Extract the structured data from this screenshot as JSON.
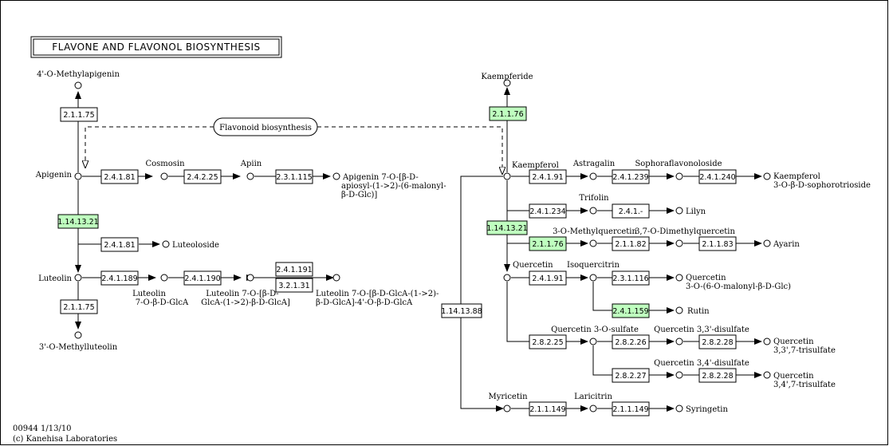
{
  "title": "FLAVONE AND FLAVONOL BIOSYNTHESIS",
  "map_link": "Flavonoid biosynthesis",
  "footer": {
    "id_date": "00944 1/13/10",
    "copyright": "(c) Kanehisa Laboratories"
  },
  "colors": {
    "highlight": "#bfffbf",
    "border": "#000000"
  },
  "compounds": {
    "methylapigenin": "4'-O-Methylapigenin",
    "apigenin": "Apigenin",
    "cosmosin": "Cosmosin",
    "apiin": "Apiin",
    "apigenin_malonyl": [
      "Apigenin 7-O-[β-D-",
      "apiosyl-(1->2)-(6-malonyl-",
      "β-D-Glc)]"
    ],
    "luteoloside": "Luteoloside",
    "luteolin": "Luteolin",
    "luteolin_glca": [
      "Luteolin",
      "7-O-β-D-GlcA"
    ],
    "luteolin_diglca": [
      "Luteolin 7-O-[β-D-",
      "GlcA-(1->2)-β-D-GlcA]"
    ],
    "luteolin_triglca": [
      "Luteolin 7-O-[β-D-GlcA-(1->2)-",
      "β-D-GlcA]-4'-O-β-D-GlcA"
    ],
    "methylluteolin": "3'-O-Methylluteolin",
    "kaempferide": "Kaempferide",
    "kaempferol": "Kaempferol",
    "astragalin": "Astragalin",
    "sophoraflavonoloside": "Sophoraflavonoloside",
    "kaempferol_soph": [
      "Kaempferol",
      "3-O-β-D-sophorotrioside"
    ],
    "trifolin": "Trifolin",
    "lilyn": "Lilyn",
    "methylquercetin": "3-O-Methylquercetin",
    "dimethylquercetin": "3,7-O-Dimethylquercetin",
    "ayarin": "Ayarin",
    "quercetin": "Quercetin",
    "isoquercitrin": "Isoquercitrin",
    "quercetin_malonyl": [
      "Quercetin",
      "3-O-(6-O-malonyl-β-D-Glc)"
    ],
    "rutin": "Rutin",
    "quercetin_sulfate": "Quercetin 3-O-sulfate",
    "quercetin_33_disulfate": "Quercetin 3,3'-disulfate",
    "quercetin_33_trisulfate": [
      "Quercetin",
      "3,3',7-trisulfate"
    ],
    "quercetin_34_disulfate": "Quercetin 3,4'-disulfate",
    "quercetin_34_trisulfate": [
      "Quercetin",
      "3,4',7-trisulfate"
    ],
    "myricetin": "Myricetin",
    "laricitrin": "Laricitrin",
    "syringetin": "Syringetin"
  },
  "enzymes": {
    "e1": "2.1.1.75",
    "e2": "2.4.1.81",
    "e3": "2.4.2.25",
    "e4": "2.3.1.115",
    "e5": "1.14.13.21",
    "e6": "2.4.1.81",
    "e7": "2.4.1.189",
    "e8": "2.4.1.190",
    "e9": "2.4.1.191",
    "e10": "3.2.1.31",
    "e11": "2.1.1.75",
    "e12": "2.1.1.76",
    "e13": "2.4.1.91",
    "e14": "2.4.1.239",
    "e15": "2.4.1.240",
    "e16": "2.4.1.234",
    "e17": "2.4.1.-",
    "e18": "1.14.13.21",
    "e19": "2.1.1.76",
    "e20": "2.1.1.82",
    "e21": "2.1.1.83",
    "e22": "2.4.1.91",
    "e23": "2.3.1.116",
    "e24": "2.4.1.159",
    "e25": "1.14.13.88",
    "e26": "2.8.2.25",
    "e27": "2.8.2.26",
    "e28": "2.8.2.28",
    "e29": "2.8.2.27",
    "e30": "2.8.2.28",
    "e31": "2.1.1.149",
    "e32": "2.1.1.149"
  }
}
